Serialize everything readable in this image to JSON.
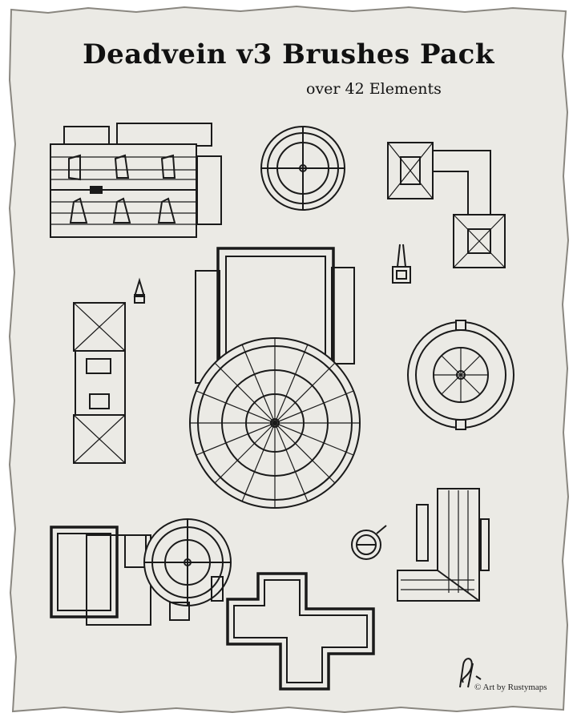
{
  "title": "Deadvein v3 Brushes Pack",
  "subtitle": "over 42 Elements",
  "credit": "© Art by Rustymaps",
  "colors": {
    "background": "#ffffff",
    "parchment": "#ebeae5",
    "ink": "#1a1a1a"
  }
}
